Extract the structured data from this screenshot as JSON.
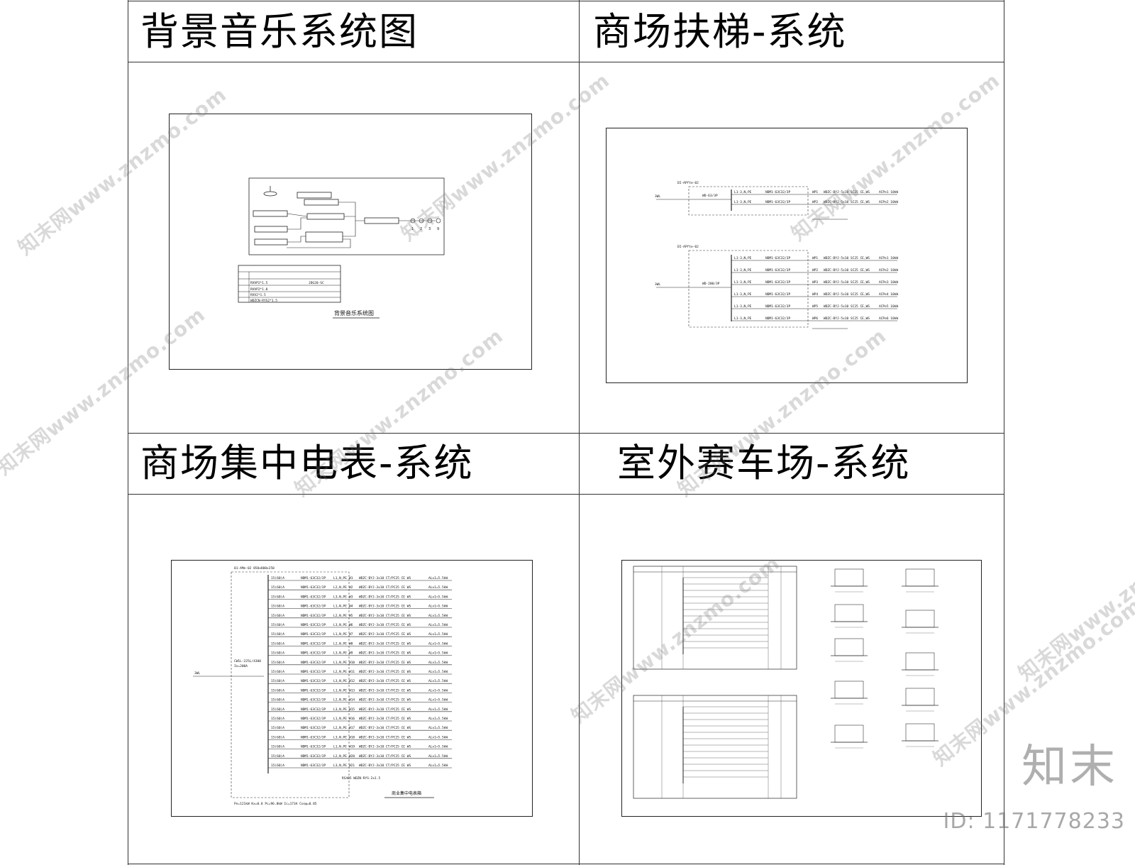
{
  "panels": [
    {
      "title": "背景音乐系统图",
      "caption": "背景音乐系统图"
    },
    {
      "title": "商场扶梯-系统",
      "caption": ""
    },
    {
      "title": "商场集中电表-系统",
      "caption": "商业集中电表箱"
    },
    {
      "title": "室外赛车场-系统",
      "caption": ""
    }
  ],
  "bgm": {
    "speaker_numbers": [
      "1",
      "2",
      "3",
      "9"
    ],
    "legend_rows": [
      "RVVP2*1.5",
      "RVVP2*1.0",
      "RVV2*1.5",
      "WDZCN-RYS2*1.5"
    ],
    "legend_right": "JDG20-SC"
  },
  "escalator": {
    "box1": "DI-APfte-02",
    "box2": "DI-APfte-02",
    "feed": "3WL",
    "main1": "WD-63/3P",
    "main2": "WD-200/3P",
    "breaker": "NDM1-63C32/3P",
    "phase": "L1-3,N,PE",
    "cable": "WDZC-BYJ-5x10 SC25 CE,WS",
    "circuits1": [
      "WP1",
      "WP2"
    ],
    "loads1": [
      "ACPe1 10kW",
      "ACPe2 10kW"
    ],
    "circuits2": [
      "WP1",
      "WP2",
      "WP3",
      "WP4",
      "WP5",
      "WP6"
    ],
    "loads2": [
      "ACPe1 10kW",
      "ACPe2 10kW",
      "ACPe3 10kW",
      "ACPe4 10kW",
      "ACPe5 10kW",
      "ACPe6 10kW"
    ]
  },
  "meter": {
    "box_label": "01-AMe-02  850x800x250",
    "main_breaker": "CW1L-225L/4300",
    "main_current": "In=200A",
    "feed": "3WL",
    "meter": "15(60)A",
    "breaker": "NDM1-63C32/3P",
    "cable": "WDZC-BYJ-3x10 CT/PC25 CE WS",
    "load": "ALx1=5.5kW",
    "phases": [
      "L1,N,PE",
      "L2,N,PE",
      "L3,N,PE"
    ],
    "circuits": [
      "W1",
      "W2",
      "W3",
      "W4",
      "W5",
      "W6",
      "W7",
      "W8",
      "W9",
      "W10",
      "W11",
      "W12",
      "W13",
      "W14",
      "W15",
      "W16",
      "W17",
      "W18",
      "W19",
      "W20",
      "W21"
    ],
    "footer_note": "Pn=121kW Kx=0.8 Pc=96.8kW Ic=173A Cosφ=0.85",
    "rs485": "RS485 WDZN-RYS-2x1.5"
  },
  "brand": {
    "watermark": "知末网www.znzmo.com",
    "logo": "知末",
    "id_text": "ID: 1171778233"
  }
}
